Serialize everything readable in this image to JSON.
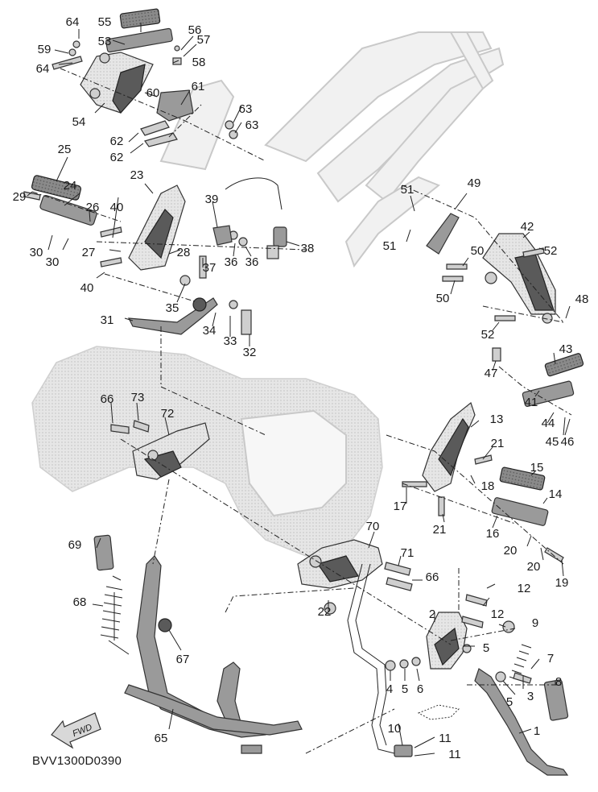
{
  "diagram": {
    "code": "BVV1300D0390",
    "fwd_label": "FWD",
    "callouts": [
      {
        "id": "c64a",
        "text": "64"
      },
      {
        "id": "c55",
        "text": "55"
      },
      {
        "id": "c56",
        "text": "56"
      },
      {
        "id": "c57",
        "text": "57"
      },
      {
        "id": "c59",
        "text": "59"
      },
      {
        "id": "c53",
        "text": "53"
      },
      {
        "id": "c58",
        "text": "58"
      },
      {
        "id": "c64b",
        "text": "64"
      },
      {
        "id": "c60",
        "text": "60"
      },
      {
        "id": "c61",
        "text": "61"
      },
      {
        "id": "c54",
        "text": "54"
      },
      {
        "id": "c63a",
        "text": "63"
      },
      {
        "id": "c63b",
        "text": "63"
      },
      {
        "id": "c62a",
        "text": "62"
      },
      {
        "id": "c62b",
        "text": "62"
      },
      {
        "id": "c25",
        "text": "25"
      },
      {
        "id": "c23",
        "text": "23"
      },
      {
        "id": "c29",
        "text": "29"
      },
      {
        "id": "c24",
        "text": "24"
      },
      {
        "id": "c26",
        "text": "26"
      },
      {
        "id": "c40a",
        "text": "40"
      },
      {
        "id": "c39",
        "text": "39"
      },
      {
        "id": "c38",
        "text": "38"
      },
      {
        "id": "c30a",
        "text": "30"
      },
      {
        "id": "c30b",
        "text": "30"
      },
      {
        "id": "c27",
        "text": "27"
      },
      {
        "id": "c28",
        "text": "28"
      },
      {
        "id": "c36a",
        "text": "36"
      },
      {
        "id": "c36b",
        "text": "36"
      },
      {
        "id": "c37",
        "text": "37"
      },
      {
        "id": "c40b",
        "text": "40"
      },
      {
        "id": "c35",
        "text": "35"
      },
      {
        "id": "c31",
        "text": "31"
      },
      {
        "id": "c34",
        "text": "34"
      },
      {
        "id": "c33",
        "text": "33"
      },
      {
        "id": "c32",
        "text": "32"
      },
      {
        "id": "c51a",
        "text": "51"
      },
      {
        "id": "c49",
        "text": "49"
      },
      {
        "id": "c51b",
        "text": "51"
      },
      {
        "id": "c42",
        "text": "42"
      },
      {
        "id": "c52a",
        "text": "52"
      },
      {
        "id": "c50a",
        "text": "50"
      },
      {
        "id": "c50b",
        "text": "50"
      },
      {
        "id": "c48",
        "text": "48"
      },
      {
        "id": "c52b",
        "text": "52"
      },
      {
        "id": "c43",
        "text": "43"
      },
      {
        "id": "c47",
        "text": "47"
      },
      {
        "id": "c41",
        "text": "41"
      },
      {
        "id": "c44",
        "text": "44"
      },
      {
        "id": "c45",
        "text": "45"
      },
      {
        "id": "c46",
        "text": "46"
      },
      {
        "id": "c66a",
        "text": "66"
      },
      {
        "id": "c73",
        "text": "73"
      },
      {
        "id": "c72",
        "text": "72"
      },
      {
        "id": "c13",
        "text": "13"
      },
      {
        "id": "c21a",
        "text": "21"
      },
      {
        "id": "c18",
        "text": "18"
      },
      {
        "id": "c17",
        "text": "17"
      },
      {
        "id": "c15",
        "text": "15"
      },
      {
        "id": "c14",
        "text": "14"
      },
      {
        "id": "c21b",
        "text": "21"
      },
      {
        "id": "c16",
        "text": "16"
      },
      {
        "id": "c20a",
        "text": "20"
      },
      {
        "id": "c20b",
        "text": "20"
      },
      {
        "id": "c19",
        "text": "19"
      },
      {
        "id": "c69",
        "text": "69"
      },
      {
        "id": "c70",
        "text": "70"
      },
      {
        "id": "c71",
        "text": "71"
      },
      {
        "id": "c66b",
        "text": "66"
      },
      {
        "id": "c12a",
        "text": "12"
      },
      {
        "id": "c12b",
        "text": "12"
      },
      {
        "id": "c68",
        "text": "68"
      },
      {
        "id": "c22",
        "text": "22"
      },
      {
        "id": "c2",
        "text": "2"
      },
      {
        "id": "c9",
        "text": "9"
      },
      {
        "id": "c5a",
        "text": "5"
      },
      {
        "id": "c7",
        "text": "7"
      },
      {
        "id": "c67",
        "text": "67"
      },
      {
        "id": "c4",
        "text": "4"
      },
      {
        "id": "c5b",
        "text": "5"
      },
      {
        "id": "c6",
        "text": "6"
      },
      {
        "id": "c3",
        "text": "3"
      },
      {
        "id": "c8",
        "text": "8"
      },
      {
        "id": "c5c",
        "text": "5"
      },
      {
        "id": "c65",
        "text": "65"
      },
      {
        "id": "c10",
        "text": "10"
      },
      {
        "id": "c11a",
        "text": "11"
      },
      {
        "id": "c1",
        "text": "1"
      },
      {
        "id": "c11b",
        "text": "11"
      }
    ]
  }
}
